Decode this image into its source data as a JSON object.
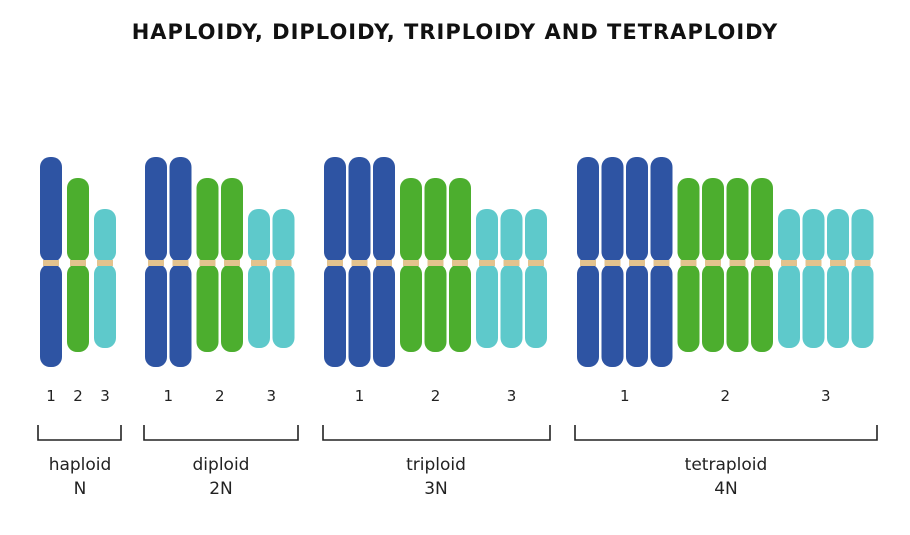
{
  "title": "HAPLOIDY, DIPLOIDY, TRIPLOIDY AND TETRAPLOIDY",
  "colors": {
    "chromosome_1": "#2e54a3",
    "chromosome_2": "#4cae2e",
    "chromosome_3": "#5ec9cb",
    "centromere": "#e3c38e",
    "bracket": "#222222"
  },
  "groups": [
    {
      "name": "haploid",
      "ploidy": "N",
      "copies": 1,
      "chromosome_labels": [
        "1",
        "2",
        "3"
      ]
    },
    {
      "name": "diploid",
      "ploidy": "2N",
      "copies": 2,
      "chromosome_labels": [
        "1",
        "2",
        "3"
      ]
    },
    {
      "name": "triploid",
      "ploidy": "3N",
      "copies": 3,
      "chromosome_labels": [
        "1",
        "2",
        "3"
      ]
    },
    {
      "name": "tetraploid",
      "ploidy": "4N",
      "copies": 4,
      "chromosome_labels": [
        "1",
        "2",
        "3"
      ]
    }
  ]
}
